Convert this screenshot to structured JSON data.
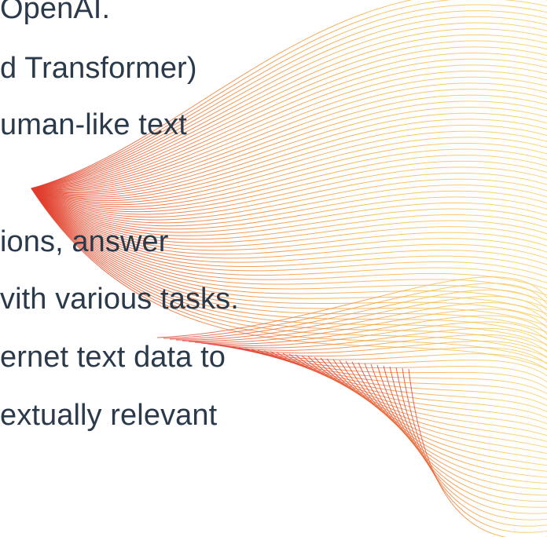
{
  "slide": {
    "lines": [
      "OpenAI.",
      "d Transformer)",
      "uman-like text",
      "ions, answer",
      "vith various tasks.",
      "ernet text data to",
      "extually relevant"
    ],
    "text_color": "#2b3a4a"
  },
  "art": {
    "icon": "wave-mesh-decoration",
    "gradient": [
      "#e03a2e",
      "#ef7f34",
      "#f6b84a",
      "#f8cf63"
    ]
  }
}
